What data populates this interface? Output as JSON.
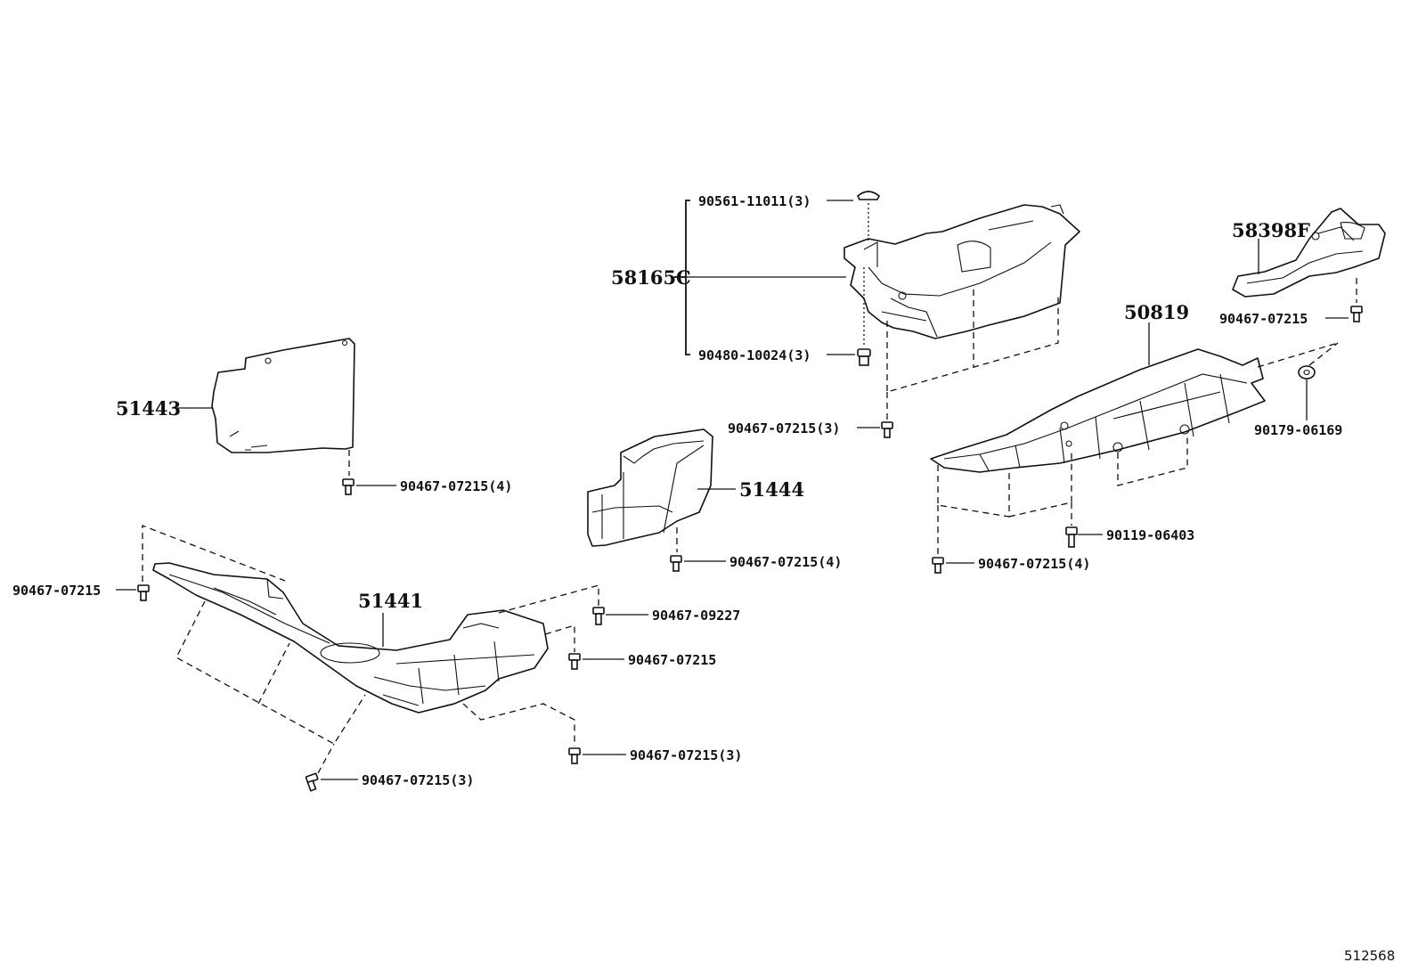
{
  "callouts": {
    "p51443": "51443",
    "p51444": "51444",
    "p51441": "51441",
    "p58165c": "58165C",
    "p58398f": "58398F",
    "p50819": "50819",
    "f_51443_clip": "90467-07215(4)",
    "f_51444_clip": "90467-07215(4)",
    "f_51441_left": "90467-07215",
    "f_51441_09227": "90467-09227",
    "f_51441_mid": "90467-07215",
    "f_51441_right3": "90467-07215(3)",
    "f_51441_bottom3": "90467-07215(3)",
    "f_58165c_plug": "90561-11011(3)",
    "f_58165c_nut": "90480-10024(3)",
    "f_58165c_clip": "90467-07215(3)",
    "f_58398f_clip": "90467-07215",
    "f_50819_washer": "90179-06169",
    "f_50819_bolt": "90119-06403",
    "f_50819_clip": "90467-07215(4)"
  },
  "figure_number": "512568"
}
